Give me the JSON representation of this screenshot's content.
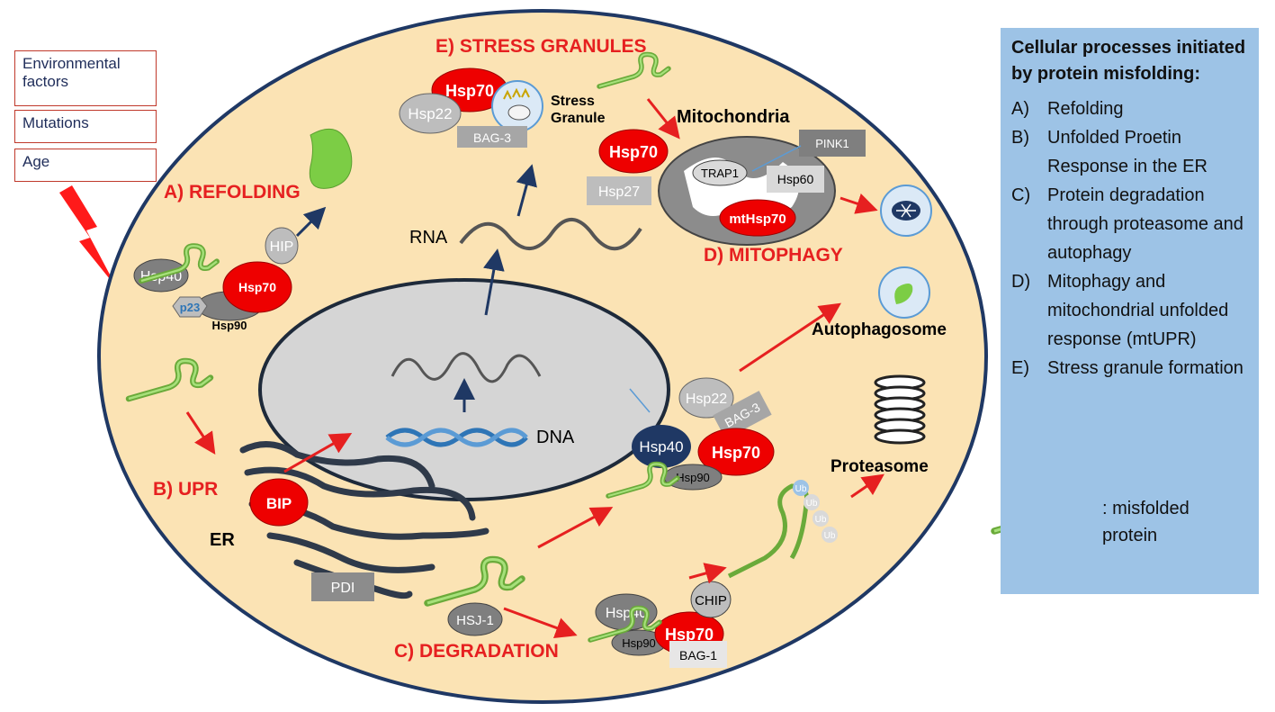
{
  "inputs": {
    "env": "Environmental factors",
    "mut": "Mutations",
    "age": "Age"
  },
  "legend": {
    "title": "Cellular processes initiated by protein misfolding:",
    "items": [
      {
        "k": "A)",
        "t": "Refolding"
      },
      {
        "k": "B)",
        "t": "Unfolded Proetin Response in the ER"
      },
      {
        "k": "C)",
        "t": "Protein degradation through proteasome and autophagy"
      },
      {
        "k": "D)",
        "t": "Mitophagy and mitochondrial unfolded response (mtUPR)"
      },
      {
        "k": "E)",
        "t": "Stress granule formation"
      }
    ],
    "misfolded": ": misfolded protein"
  },
  "labels": {
    "refolding": "A) REFOLDING",
    "upr": "B) UPR",
    "degradation": "C) DEGRADATION",
    "mitophagy": "D) MITOPHAGY",
    "stress_granules": "E) STRESS GRANULES",
    "mitochondria": "Mitochondria",
    "autophagosome": "Autophagosome",
    "proteasome": "Proteasome",
    "er": "ER",
    "rna": "RNA",
    "dna": "DNA",
    "stress": "Stress",
    "granule": "Granule"
  },
  "proteins": {
    "hsp70": "Hsp70",
    "hsp40": "Hsp40",
    "hsp90": "Hsp90",
    "hsp22": "Hsp22",
    "hsp27": "Hsp27",
    "hsp60": "Hsp60",
    "hip": "HIP",
    "p23": "p23",
    "bag3": "BAG-3",
    "bag1": "BAG-1",
    "pink1": "PINK1",
    "trap1": "TRAP1",
    "mthsp70": "mtHsp70",
    "bip": "BIP",
    "pdi": "PDI",
    "hsj1": "HSJ-1",
    "chip": "CHIP",
    "ub": "Ub"
  },
  "colors": {
    "cell": "#fbe3b4",
    "nucleus": "#d5d5d5",
    "mito": "#8c8c8c",
    "red": "#e62020",
    "green": "#7ccd45",
    "legend_bg": "#9dc3e6"
  }
}
